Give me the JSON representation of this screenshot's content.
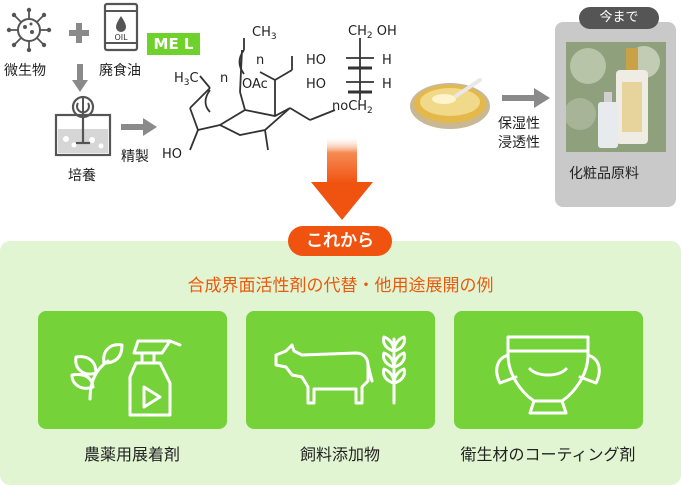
{
  "process": {
    "microbe_label": "微生物",
    "waste_oil_label": "廃食油",
    "oil_can_text": "OIL",
    "culture_label": "培養",
    "refine_label": "精製"
  },
  "molecule": {
    "name": "ME L",
    "ch3_top": "CH",
    "ch3_top_sub": "3",
    "n1": "n",
    "h3c": "H",
    "h3c_sub": "3",
    "h3c_c": "C",
    "n2": "n",
    "oac": "OAc",
    "ch2oh_top": "CH",
    "ch2oh_top_sub": "2",
    "ch2oh_top_oh": " OH",
    "ho1": "HO",
    "h1": "H",
    "ho2": "HO",
    "h2": "H",
    "ho3": "HO",
    "och2": "noCH",
    "och2_sub": "2"
  },
  "properties_label_1": "保湿性",
  "properties_label_2": "浸透性",
  "current": {
    "tag": "今まで",
    "label": "化粧品原料"
  },
  "future": {
    "tag": "これから",
    "subtitle": "合成界面活性剤の代替・他用途展開の例",
    "cards": [
      {
        "label": "農薬用展着剤"
      },
      {
        "label": "飼料添加物"
      },
      {
        "label": "衛生材のコーティング剤"
      }
    ]
  },
  "colors": {
    "accent_orange": "#f0520f",
    "green": "#76d239",
    "panel_green": "#e2f5d3",
    "gray_panel": "#c9c9c9"
  }
}
